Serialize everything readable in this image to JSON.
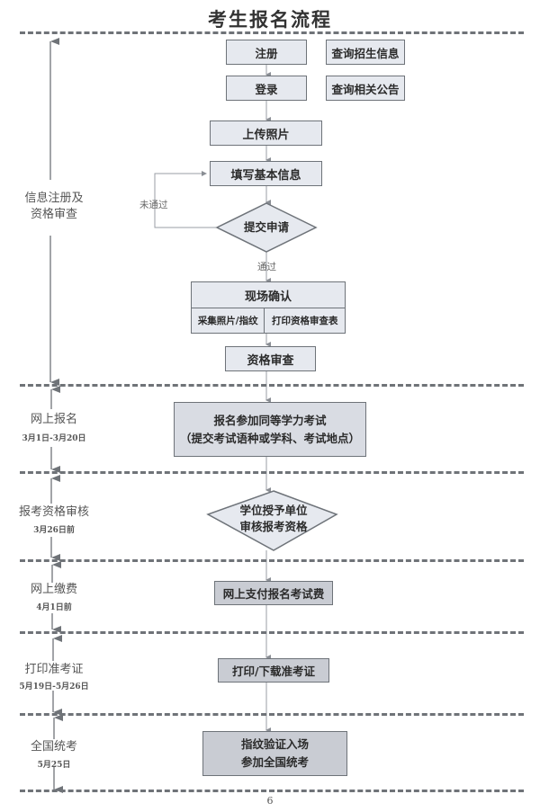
{
  "title": "考生报名流程",
  "page_number": "6",
  "colors": {
    "box_light": "#e6e9ef",
    "box_mid": "#d9dce3",
    "box_dark": "#c9ccd3",
    "border": "#6e7379",
    "dash": "#6f7378"
  },
  "stages": [
    {
      "label_line1": "信息注册及",
      "label_line2": "资格审查",
      "date": ""
    },
    {
      "label_line1": "网上报名",
      "label_line2": "",
      "date": "3月1日-3月20日"
    },
    {
      "label_line1": "报考资格审核",
      "label_line2": "",
      "date": "3月26日前"
    },
    {
      "label_line1": "网上缴费",
      "label_line2": "",
      "date": "4月1日前"
    },
    {
      "label_line1": "打印准考证",
      "label_line2": "",
      "date": "5月19日-5月26日"
    },
    {
      "label_line1": "全国统考",
      "label_line2": "",
      "date": "5月25日"
    }
  ],
  "nodes": {
    "register": "注册",
    "login": "登录",
    "query_info": "查询招生信息",
    "query_notice": "查询相关公告",
    "upload_photo": "上传照片",
    "fill_info": "填写基本信息",
    "submit": "提交申请",
    "onsite_confirm": "现场确认",
    "collect_photo": "采集照片/指纹",
    "print_form": "打印资格审查表",
    "qualification_review": "资格审查",
    "online_apply_line1": "报名参加同等学力考试",
    "online_apply_line2": "（提交考试语种或学科、考试地点）",
    "degree_review_line1": "学位授予单位",
    "degree_review_line2": "审核报考资格",
    "pay_fee": "网上支付报名考试费",
    "print_ticket": "打印/下载准考证",
    "exam_line1": "指纹验证入场",
    "exam_line2": "参加全国统考"
  },
  "edge_labels": {
    "not_passed": "未通过",
    "passed": "通过"
  }
}
